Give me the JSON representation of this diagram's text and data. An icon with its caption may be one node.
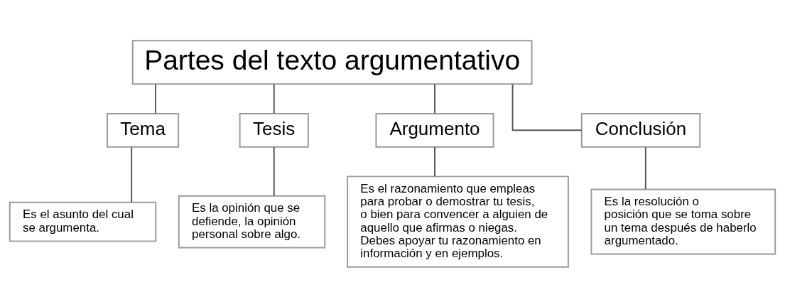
{
  "diagram": {
    "nodes": [
      {
        "text": [
          "Partes del texto argumentativo"
        ]
      },
      {
        "text": [
          "Tema"
        ]
      },
      {
        "text": [
          "Tesis"
        ]
      },
      {
        "text": [
          "Argumento"
        ]
      },
      {
        "text": [
          "Conclusión"
        ]
      },
      {
        "text": [
          "Es el asunto del cual se argumenta."
        ]
      },
      {
        "text": [
          "Es la opinión que se defiende, la opinión personal sobre algo."
        ]
      },
      {
        "text": [
          "Es el razonamiento que empleas para probar o demostrar tu tesis, o bien para convencer a alguien de aquello que afirmas o niegas. Debes apoyar tu razonamiento en información y en ejemplos."
        ]
      },
      {
        "text": [
          "Es la resolución o posición que se toma sobre un tema después de haberlo argumentado."
        ]
      }
    ],
    "edges": [
      {
        "from": 0,
        "to": 1,
        "arrow": "none"
      },
      {
        "from": 0,
        "to": 2,
        "arrow": "none"
      },
      {
        "from": 0,
        "to": 3,
        "arrow": "none"
      },
      {
        "from": 0,
        "to": 4,
        "arrow": "none"
      },
      {
        "from": 1,
        "to": 5,
        "arrow": "none"
      },
      {
        "from": 2,
        "to": 6,
        "arrow": "none"
      },
      {
        "from": 3,
        "to": 7,
        "arrow": "none"
      },
      {
        "from": 4,
        "to": 8,
        "arrow": "none"
      }
    ]
  }
}
